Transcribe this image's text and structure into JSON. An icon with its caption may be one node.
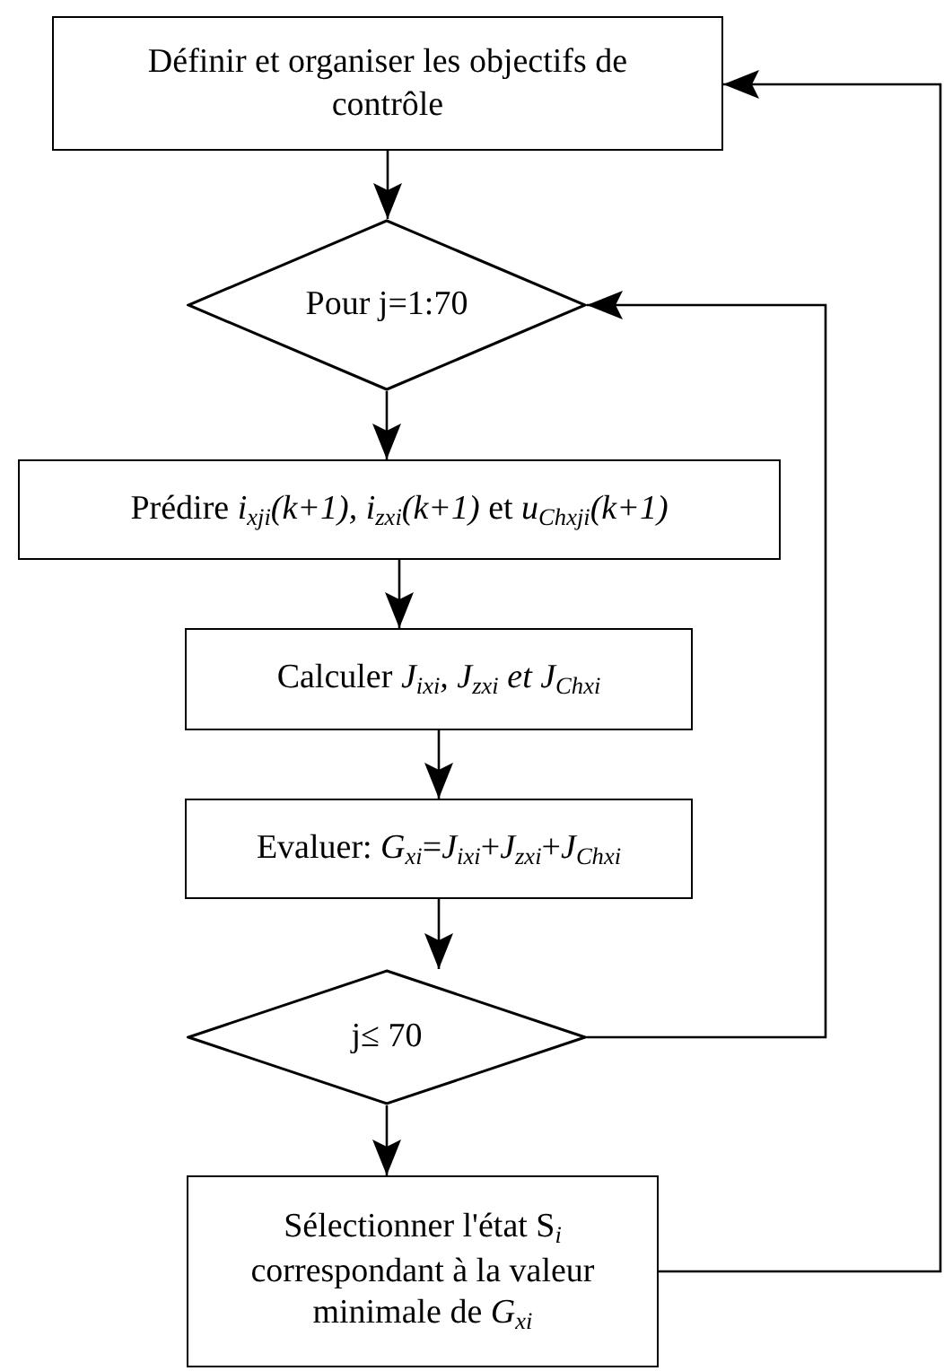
{
  "diagram": {
    "nodes": [
      {
        "text": [
          "Définir et organiser les objectifs de contrôle"
        ]
      },
      {
        "text": [
          "Pour  j=1:70"
        ]
      },
      {
        "text": [
          "Prédire *i*$_{xji}$*(k+1),* *i*$_{zxi}$*(k+1)* et *u*$_{Chxji}$*(k+1)*"
        ]
      },
      {
        "text": [
          "Calculer *J*$_{ixi}$*,* *J*$_{zxi}$ *et J*$_{Chxi}$"
        ]
      },
      {
        "text": [
          "Evaluer: *G*$_{xi}$=*J*$_{ixi}$+*J*$_{zxi}$+*J*$_{Chxi}$"
        ]
      },
      {
        "text": [
          "j≤ 70"
        ]
      },
      {
        "text": [
          "Sélectionner l'état S$_{i}$ correspondant à la valeur minimale de *G*$_{xi}$"
        ]
      }
    ],
    "edges": [
      {
        "from": 0,
        "to": 1,
        "arrow": "to"
      },
      {
        "from": 1,
        "to": 2,
        "arrow": "to"
      },
      {
        "from": 2,
        "to": 3,
        "arrow": "to"
      },
      {
        "from": 3,
        "to": 4,
        "arrow": "to"
      },
      {
        "from": 4,
        "to": 5,
        "arrow": "to"
      },
      {
        "from": 5,
        "to": 6,
        "arrow": "to"
      },
      {
        "from": 5,
        "to": 1,
        "arrow": "to"
      },
      {
        "from": 6,
        "to": 0,
        "arrow": "to"
      }
    ]
  }
}
